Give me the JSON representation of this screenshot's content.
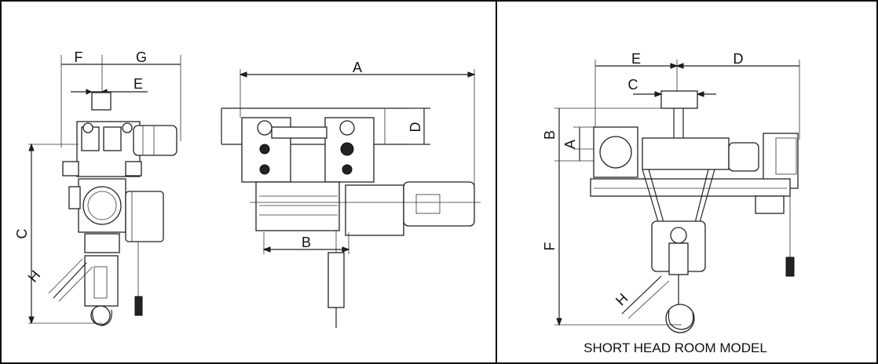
{
  "panels": [
    {
      "id": "standard",
      "dimensions": [
        "F",
        "G",
        "E",
        "A",
        "D",
        "C",
        "H",
        "B"
      ]
    },
    {
      "id": "short-head-room",
      "caption": "SHORT HEAD ROOM MODEL",
      "dimensions": [
        "E",
        "D",
        "C",
        "B",
        "A",
        "F",
        "H"
      ]
    }
  ]
}
